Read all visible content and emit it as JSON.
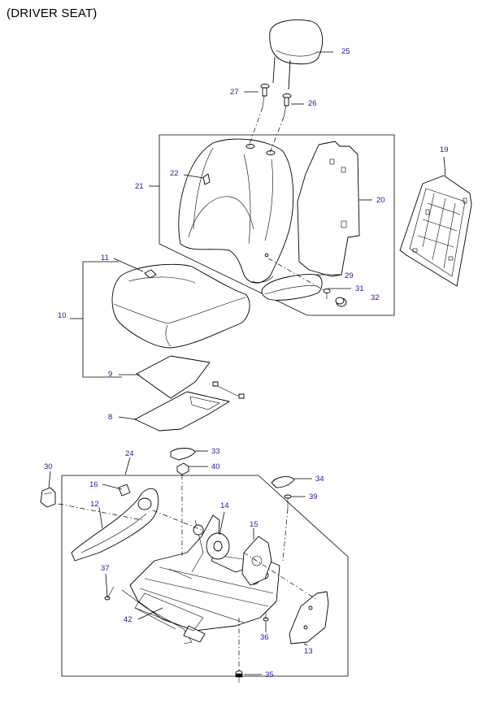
{
  "title": "(DRIVER SEAT)",
  "colors": {
    "part_number": "#1a1aa6",
    "line": "#000000",
    "background": "#ffffff"
  },
  "callouts": {
    "c25": "25",
    "c27": "27",
    "c26": "26",
    "c22": "22",
    "c21": "21",
    "c20": "20",
    "c19": "19",
    "c11": "11",
    "c29": "29",
    "c31": "31",
    "c32": "32",
    "c10": "10",
    "c9": "9",
    "c8": "8",
    "c24": "24",
    "c33": "33",
    "c30": "30",
    "c40": "40",
    "c34": "34",
    "c16": "16",
    "c39": "39",
    "c12": "12",
    "c14": "14",
    "c15": "15",
    "c37": "37",
    "c42": "42",
    "c36": "36",
    "c13": "13",
    "c35": "35"
  }
}
